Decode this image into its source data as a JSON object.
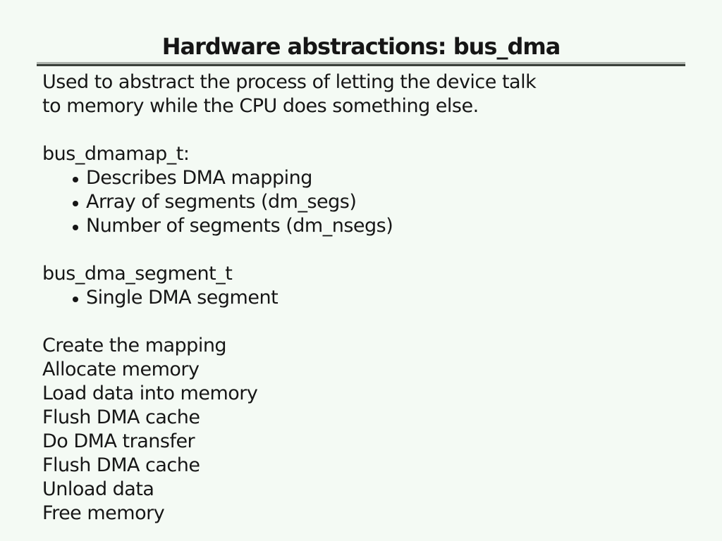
{
  "colors": {
    "background": "#f4faf4",
    "text": "#161616",
    "divider_top": "#afb5af",
    "divider_bottom": "#3a403a"
  },
  "slide": {
    "title": "Hardware abstractions: bus_dma",
    "intro_lines": [
      "Used to abstract the process of letting the device talk",
      "to memory while the CPU does something else."
    ],
    "sections": [
      {
        "heading": "bus_dmamap_t:",
        "bullets": [
          "Describes DMA mapping",
          "Array of segments (dm_segs)",
          "Number of segments (dm_nsegs)"
        ]
      },
      {
        "heading": "bus_dma_segment_t",
        "bullets": [
          "Single DMA segment"
        ]
      }
    ],
    "steps": [
      "Create the mapping",
      "Allocate memory",
      "Load data into memory",
      "Flush DMA cache",
      "Do DMA transfer",
      "Flush DMA cache",
      "Unload data",
      "Free memory"
    ]
  }
}
